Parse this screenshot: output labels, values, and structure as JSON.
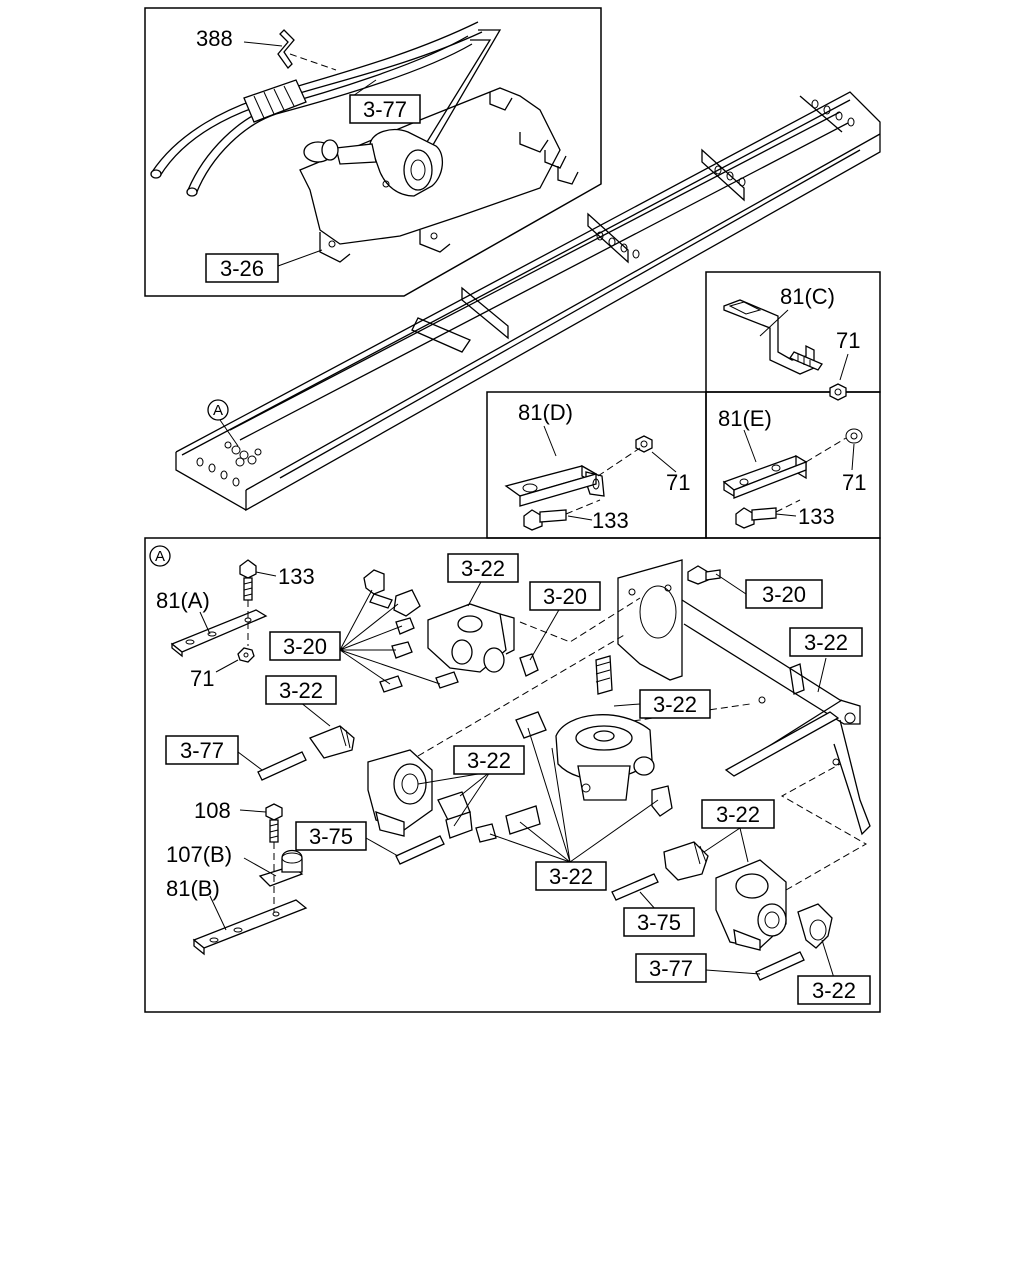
{
  "callouts": {
    "top": {
      "c388": "388",
      "c377": "3-77",
      "c326": "3-26"
    },
    "frame_marker": "A",
    "bracket_c": {
      "title": "81(C)",
      "nut": "71"
    },
    "bracket_d": {
      "title": "81(D)",
      "nut": "71",
      "bolt": "133"
    },
    "bracket_e": {
      "title": "81(E)",
      "nut": "71",
      "bolt": "133"
    },
    "detail": {
      "marker": "A",
      "bolt_133": "133",
      "plate_81a": "81(A)",
      "nut_71": "71",
      "c320_left": "3-20",
      "c320_mid": "3-20",
      "c320_right": "3-20",
      "c322_top": "3-22",
      "c322_right": "3-22",
      "c322_valve_left": "3-22",
      "c322_center": "3-22",
      "c322_fit": "3-22",
      "c322_bottom": "3-22",
      "c322_lower_right_top": "3-22",
      "c322_lower_right_bottom": "3-22",
      "c377_left": "3-77",
      "c377_bottom": "3-77",
      "c375_left": "3-75",
      "c375_right": "3-75",
      "bolt_108": "108",
      "clip_107b": "107(B)",
      "plate_81b": "81(B)"
    }
  }
}
